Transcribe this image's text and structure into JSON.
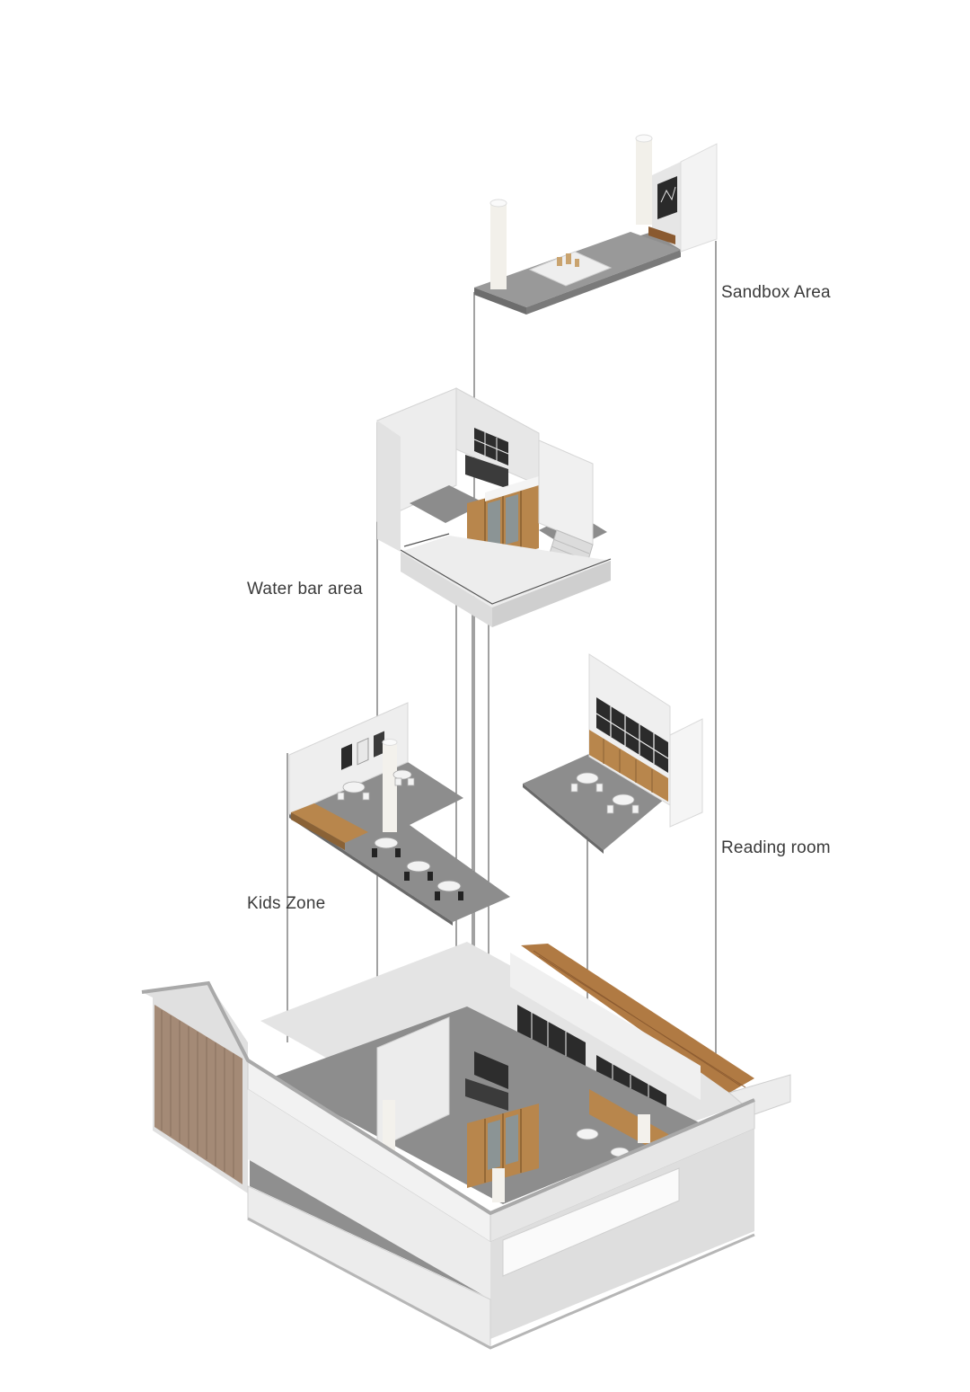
{
  "diagram": {
    "labels": {
      "sandbox": "Sandbox Area",
      "water_bar": "Water bar area",
      "reading": "Reading room",
      "kids": "Kids Zone"
    }
  },
  "colors": {
    "floor": "#8f8f8f",
    "wall": "#ececec",
    "wall_shade": "#d6d6d6",
    "wood": "#b8864c",
    "window": "#2b2b2b",
    "line": "#6f6f6f"
  }
}
